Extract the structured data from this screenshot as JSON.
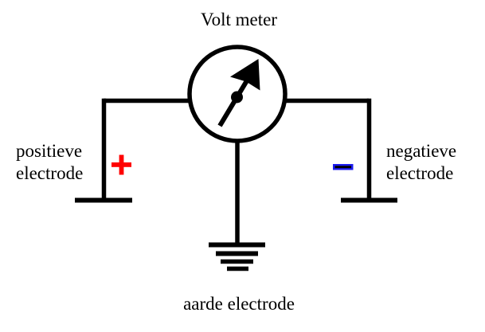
{
  "title": "Volt meter",
  "labels": {
    "positive_line1": "positieve",
    "positive_line2": "electrode",
    "negative_line1": "negatieve",
    "negative_line2": "electrode",
    "ground": "aarde electrode"
  },
  "symbols": {
    "positive": "+",
    "negative": "-"
  },
  "colors": {
    "positive_sign": "#ff0000",
    "negative_sign": "#1c1cf0",
    "negative_sign_core": "#000000",
    "line": "#000000",
    "background": "#ffffff"
  }
}
